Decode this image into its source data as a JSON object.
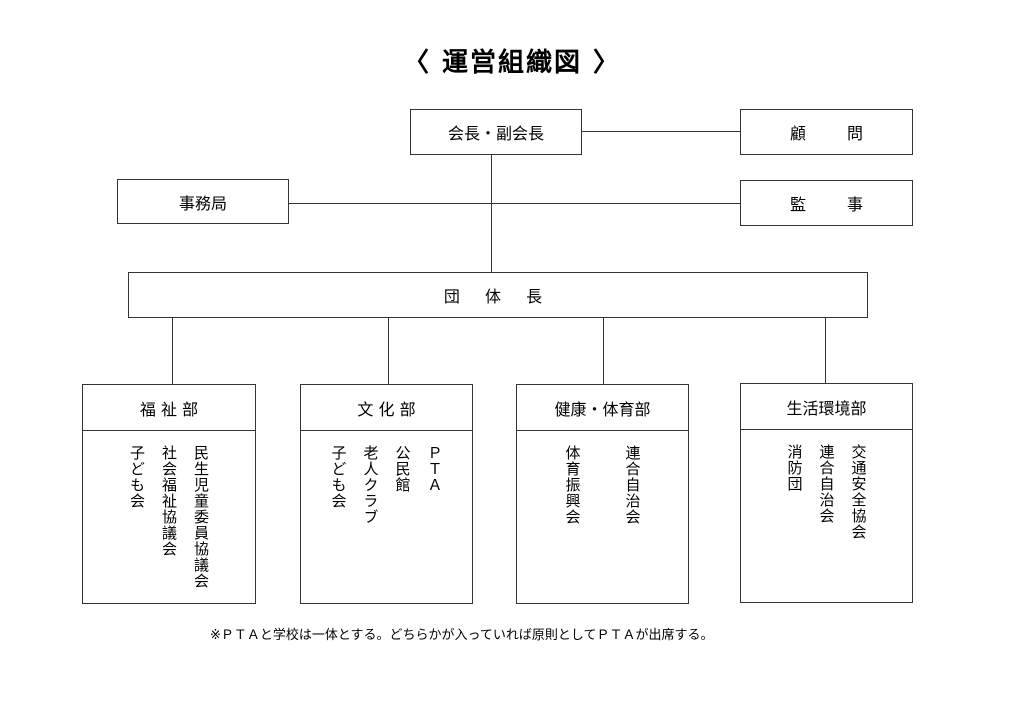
{
  "title": "〈 運営組織図 〉",
  "nodes": {
    "chair": "会長・副会長",
    "advisor": "顧 問",
    "secretariat": "事務局",
    "auditor": "監 事",
    "group_head": "団 体 長"
  },
  "departments": [
    {
      "name": "福 祉 部",
      "members": [
        "民生児童委員協議会",
        "社会福祉協議会",
        "子ども会"
      ]
    },
    {
      "name": "文 化 部",
      "members": [
        "ＰＴＡ",
        "公民館",
        "老人クラブ",
        "子ども会"
      ]
    },
    {
      "name": "健康・体育部",
      "members": [
        "連合自治会",
        "体育振興会"
      ]
    },
    {
      "name": "生活環境部",
      "members": [
        "交通安全協会",
        "連合自治会",
        "消防団"
      ]
    }
  ],
  "note": "※ＰＴＡと学校は一体とする。どちらかが入っていれば原則としてＰＴＡが出席する。"
}
